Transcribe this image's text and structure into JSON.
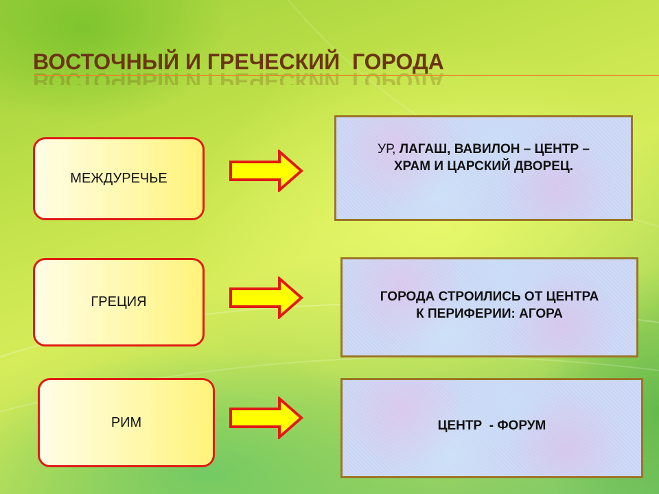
{
  "slide": {
    "title": "ВОСТОЧНЫЙ И ГРЕЧЕСКИЙ  ГОРОДА",
    "rows": [
      {
        "label": "МЕЖДУРЕЧЬЕ",
        "description_lead": "УР, ",
        "description_line1": "ЛАГАШ, ВАВИЛОН – ЦЕНТР –",
        "description_line2": "ХРАМ И ЦАРСКИЙ  ДВОРЕЦ."
      },
      {
        "label": "ГРЕЦИЯ",
        "description_line1": "ГОРОДА СТРОИЛИСЬ ОТ ЦЕНТРА",
        "description_line2": "К ПЕРИФЕРИИ:  АГОРА"
      },
      {
        "label": "РИМ",
        "description_line1": "ЦЕНТР  - ФОРУМ"
      }
    ]
  },
  "colors": {
    "title": "#6b3514",
    "label_border": "#e01a12",
    "label_fill": "#fff8a8",
    "arrow_fill": "#ffff00",
    "arrow_border": "#e01a12",
    "info_border": "#9b7426",
    "info_fill": "#c9d6f4"
  },
  "icons": {
    "arrow": "right-arrow-icon"
  }
}
